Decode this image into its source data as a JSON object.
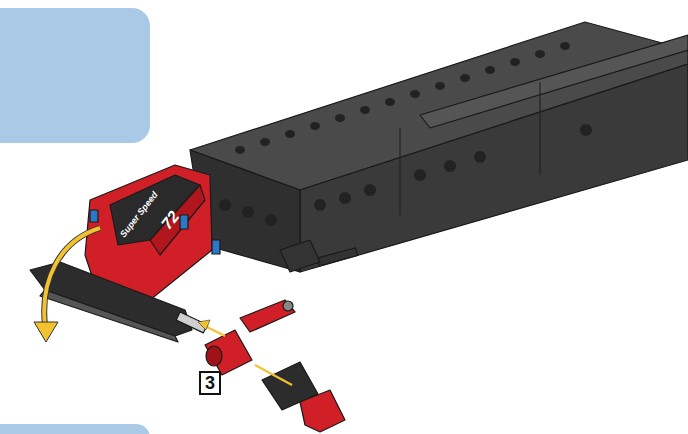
{
  "diagram": {
    "labels": [
      "3",
      "Super Speed",
      "72"
    ]
  }
}
